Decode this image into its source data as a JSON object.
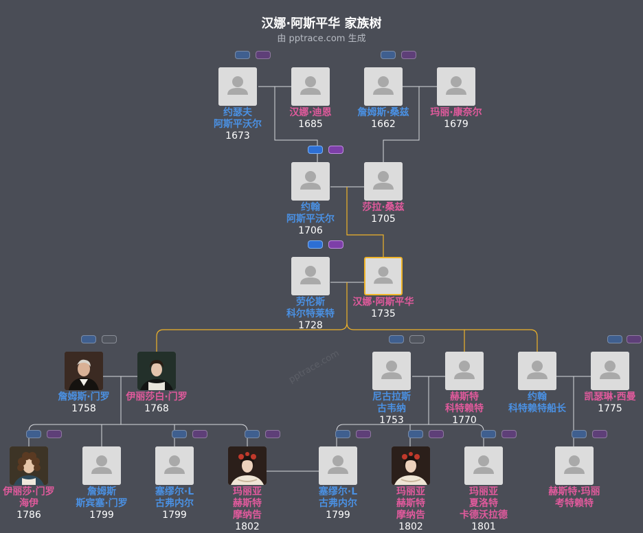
{
  "header": {
    "title": "汉娜·阿斯平华 家族树",
    "subtitle": "由 pptrace.com 生成",
    "watermark": "pptrace.com"
  },
  "colors": {
    "male": "#4a90e2",
    "female": "#e05a9c",
    "focus_line": "#f0b429",
    "line": "#d8dadf"
  },
  "people": [
    {
      "id": "p1",
      "gender": "m",
      "lines": [
        "约瑟夫",
        "阿斯平沃尔"
      ],
      "year": "1673",
      "avatar": "placeholder"
    },
    {
      "id": "p2",
      "gender": "f",
      "lines": [
        "汉娜·迪恩"
      ],
      "year": "1685",
      "avatar": "placeholder"
    },
    {
      "id": "p3",
      "gender": "m",
      "lines": [
        "詹姆斯·桑兹"
      ],
      "year": "1662",
      "avatar": "placeholder"
    },
    {
      "id": "p4",
      "gender": "f",
      "lines": [
        "玛丽·康奈尔"
      ],
      "year": "1679",
      "avatar": "placeholder"
    },
    {
      "id": "p5",
      "gender": "m",
      "lines": [
        "约翰",
        "阿斯平沃尔"
      ],
      "year": "1706",
      "avatar": "placeholder"
    },
    {
      "id": "p6",
      "gender": "f",
      "lines": [
        "莎拉·桑兹"
      ],
      "year": "1705",
      "avatar": "placeholder"
    },
    {
      "id": "p7",
      "gender": "m",
      "lines": [
        "劳伦斯",
        "科尔特莱特"
      ],
      "year": "1728",
      "avatar": "placeholder"
    },
    {
      "id": "p8",
      "gender": "f",
      "lines": [
        "汉娜·阿斯平华"
      ],
      "year": "1735",
      "avatar": "placeholder",
      "focus": true
    },
    {
      "id": "p9",
      "gender": "m",
      "lines": [
        "詹姆斯·门罗"
      ],
      "year": "1758",
      "avatar": "portrait-man"
    },
    {
      "id": "p10",
      "gender": "f",
      "lines": [
        "伊丽莎白·门罗"
      ],
      "year": "1768",
      "avatar": "portrait-woman"
    },
    {
      "id": "p11",
      "gender": "m",
      "lines": [
        "尼古拉斯",
        "古韦纳"
      ],
      "year": "1753",
      "avatar": "placeholder"
    },
    {
      "id": "p12",
      "gender": "f",
      "lines": [
        "赫斯特",
        "科特赖特"
      ],
      "year": "1770",
      "avatar": "placeholder"
    },
    {
      "id": "p13",
      "gender": "m",
      "lines": [
        "约翰",
        "科特赖特船长"
      ],
      "year": "",
      "avatar": "placeholder"
    },
    {
      "id": "p14",
      "gender": "f",
      "lines": [
        "凯瑟琳·西曼"
      ],
      "year": "1775",
      "avatar": "placeholder"
    },
    {
      "id": "p15",
      "gender": "f",
      "lines": [
        "伊丽莎·门罗",
        "海伊"
      ],
      "year": "1786",
      "avatar": "portrait-curly"
    },
    {
      "id": "p16",
      "gender": "m",
      "lines": [
        "詹姆斯",
        "斯宾塞·门罗"
      ],
      "year": "1799",
      "avatar": "placeholder"
    },
    {
      "id": "p17",
      "gender": "m",
      "lines": [
        "塞缪尔·L",
        "古弗内尔"
      ],
      "year": "1799",
      "avatar": "placeholder"
    },
    {
      "id": "p18",
      "gender": "f",
      "lines": [
        "玛丽亚",
        "赫斯特",
        "摩纳告"
      ],
      "year": "1802",
      "avatar": "portrait-flower"
    },
    {
      "id": "p19",
      "gender": "m",
      "lines": [
        "塞缪尔·L",
        "古弗内尔"
      ],
      "year": "1799",
      "avatar": "placeholder"
    },
    {
      "id": "p20",
      "gender": "f",
      "lines": [
        "玛丽亚",
        "赫斯特",
        "摩纳告"
      ],
      "year": "1802",
      "avatar": "portrait-flower"
    },
    {
      "id": "p21",
      "gender": "f",
      "lines": [
        "玛丽亚",
        "夏洛特",
        "卡德沃拉德"
      ],
      "year": "1801",
      "avatar": "placeholder"
    },
    {
      "id": "p22",
      "gender": "f",
      "lines": [
        "赫斯特·玛丽",
        "考特赖特"
      ],
      "year": "",
      "avatar": "placeholder"
    }
  ]
}
